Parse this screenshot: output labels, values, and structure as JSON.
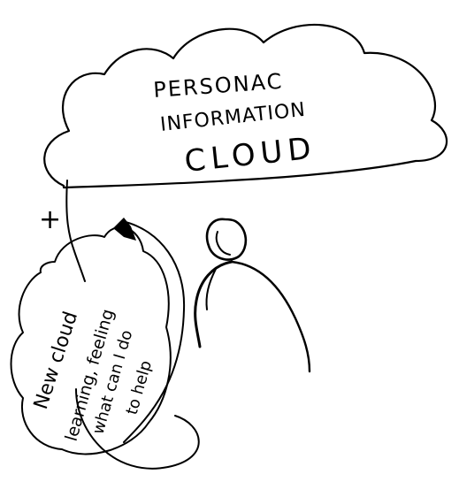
{
  "main_cloud": {
    "line1": "PERSONAC",
    "line2": "INFORMATION",
    "line3": "CLOUD"
  },
  "plus_sign": "+",
  "new_cloud": {
    "line1": "New cloud",
    "line2": "learning, feeling",
    "line3": "what can I do",
    "line4": "to help"
  },
  "ink_color": "#000000",
  "background_color": "#ffffff"
}
